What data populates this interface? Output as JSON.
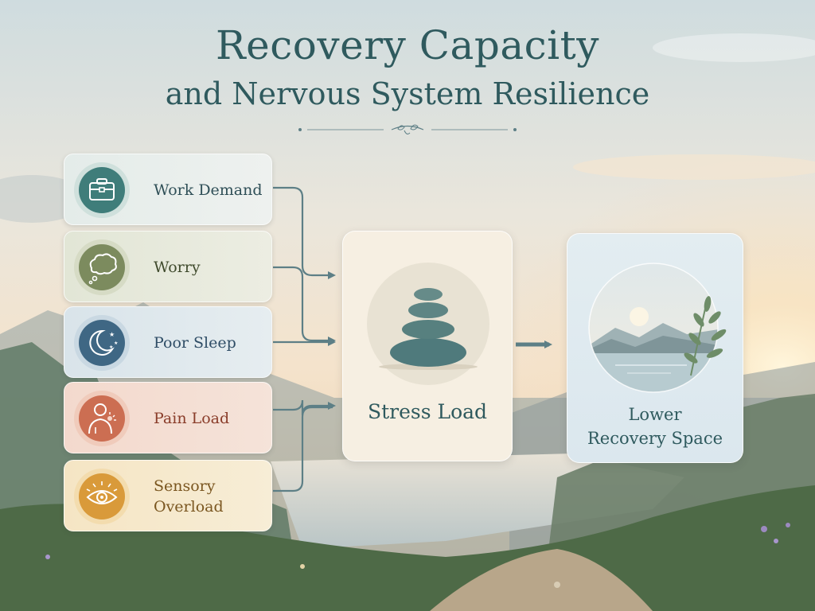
{
  "title": {
    "line1": "Recovery Capacity",
    "line2": "and Nervous System Resilience"
  },
  "divider_icon": "leaf-sprig-icon",
  "factors": [
    {
      "label": "Work Demand",
      "icon": "briefcase-icon",
      "color": "#3f7d7a",
      "text_color": "#2f4f57"
    },
    {
      "label": "Worry",
      "icon": "thought-cloud-icon",
      "color": "#7c8b5e",
      "text_color": "#3f4a2c"
    },
    {
      "label": "Poor Sleep",
      "icon": "moon-stars-icon",
      "color": "#3f6784",
      "text_color": "#2f4d66"
    },
    {
      "label": "Pain Load",
      "icon": "person-pain-icon",
      "color": "#cc6e52",
      "text_color": "#8a3d2a"
    },
    {
      "label": "Sensory Overload",
      "icon": "eye-icon",
      "color": "#d99a3a",
      "text_color": "#7a5620"
    }
  ],
  "stress_box": {
    "label": "Stress Load",
    "icon": "stacked-stones-icon"
  },
  "recovery_box": {
    "label_line1": "Lower",
    "label_line2": "Recovery Space",
    "icon": "lake-mountain-leaf-icon"
  },
  "colors": {
    "title": "#2f5a5e",
    "arrow": "#5d7f86"
  }
}
